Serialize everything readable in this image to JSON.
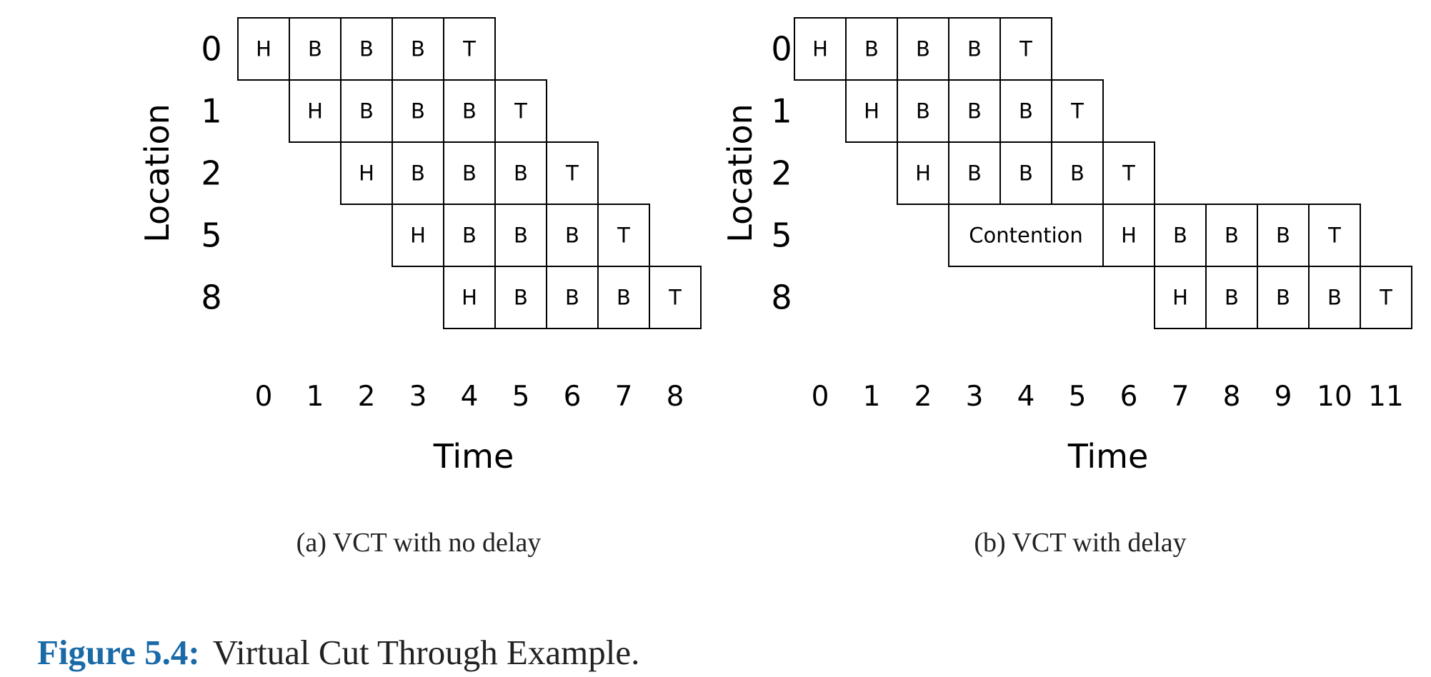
{
  "figure": {
    "number": "Figure 5.4:",
    "title": "Virtual Cut Through Example."
  },
  "panels": [
    {
      "caption": "(a) VCT with no delay",
      "ylabel": "Location",
      "xlabel": "Time",
      "locations": [
        "0",
        "1",
        "2",
        "5",
        "8"
      ],
      "time_ticks": [
        "0",
        "1",
        "2",
        "3",
        "4",
        "5",
        "6",
        "7",
        "8"
      ],
      "rows": [
        {
          "location": "0",
          "cells": [
            {
              "t": 0,
              "span": 1,
              "text": "H"
            },
            {
              "t": 1,
              "span": 1,
              "text": "B"
            },
            {
              "t": 2,
              "span": 1,
              "text": "B"
            },
            {
              "t": 3,
              "span": 1,
              "text": "B"
            },
            {
              "t": 4,
              "span": 1,
              "text": "T"
            }
          ]
        },
        {
          "location": "1",
          "cells": [
            {
              "t": 1,
              "span": 1,
              "text": "H"
            },
            {
              "t": 2,
              "span": 1,
              "text": "B"
            },
            {
              "t": 3,
              "span": 1,
              "text": "B"
            },
            {
              "t": 4,
              "span": 1,
              "text": "B"
            },
            {
              "t": 5,
              "span": 1,
              "text": "T"
            }
          ]
        },
        {
          "location": "2",
          "cells": [
            {
              "t": 2,
              "span": 1,
              "text": "H"
            },
            {
              "t": 3,
              "span": 1,
              "text": "B"
            },
            {
              "t": 4,
              "span": 1,
              "text": "B"
            },
            {
              "t": 5,
              "span": 1,
              "text": "B"
            },
            {
              "t": 6,
              "span": 1,
              "text": "T"
            }
          ]
        },
        {
          "location": "5",
          "cells": [
            {
              "t": 3,
              "span": 1,
              "text": "H"
            },
            {
              "t": 4,
              "span": 1,
              "text": "B"
            },
            {
              "t": 5,
              "span": 1,
              "text": "B"
            },
            {
              "t": 6,
              "span": 1,
              "text": "B"
            },
            {
              "t": 7,
              "span": 1,
              "text": "T"
            }
          ]
        },
        {
          "location": "8",
          "cells": [
            {
              "t": 4,
              "span": 1,
              "text": "H"
            },
            {
              "t": 5,
              "span": 1,
              "text": "B"
            },
            {
              "t": 6,
              "span": 1,
              "text": "B"
            },
            {
              "t": 7,
              "span": 1,
              "text": "B"
            },
            {
              "t": 8,
              "span": 1,
              "text": "T"
            }
          ]
        }
      ]
    },
    {
      "caption": "(b) VCT with delay",
      "ylabel": "Location",
      "xlabel": "Time",
      "locations": [
        "0",
        "1",
        "2",
        "5",
        "8"
      ],
      "time_ticks": [
        "0",
        "1",
        "2",
        "3",
        "4",
        "5",
        "6",
        "7",
        "8",
        "9",
        "10",
        "11"
      ],
      "rows": [
        {
          "location": "0",
          "cells": [
            {
              "t": 0,
              "span": 1,
              "text": "H"
            },
            {
              "t": 1,
              "span": 1,
              "text": "B"
            },
            {
              "t": 2,
              "span": 1,
              "text": "B"
            },
            {
              "t": 3,
              "span": 1,
              "text": "B"
            },
            {
              "t": 4,
              "span": 1,
              "text": "T"
            }
          ]
        },
        {
          "location": "1",
          "cells": [
            {
              "t": 1,
              "span": 1,
              "text": "H"
            },
            {
              "t": 2,
              "span": 1,
              "text": "B"
            },
            {
              "t": 3,
              "span": 1,
              "text": "B"
            },
            {
              "t": 4,
              "span": 1,
              "text": "B"
            },
            {
              "t": 5,
              "span": 1,
              "text": "T"
            }
          ]
        },
        {
          "location": "2",
          "cells": [
            {
              "t": 2,
              "span": 1,
              "text": "H"
            },
            {
              "t": 3,
              "span": 1,
              "text": "B"
            },
            {
              "t": 4,
              "span": 1,
              "text": "B"
            },
            {
              "t": 5,
              "span": 1,
              "text": "B"
            },
            {
              "t": 6,
              "span": 1,
              "text": "T"
            }
          ]
        },
        {
          "location": "5",
          "cells": [
            {
              "t": 3,
              "span": 3,
              "text": "Contention"
            },
            {
              "t": 6,
              "span": 1,
              "text": "H"
            },
            {
              "t": 7,
              "span": 1,
              "text": "B"
            },
            {
              "t": 8,
              "span": 1,
              "text": "B"
            },
            {
              "t": 9,
              "span": 1,
              "text": "B"
            },
            {
              "t": 10,
              "span": 1,
              "text": "T"
            }
          ]
        },
        {
          "location": "8",
          "cells": [
            {
              "t": 7,
              "span": 1,
              "text": "H"
            },
            {
              "t": 8,
              "span": 1,
              "text": "B"
            },
            {
              "t": 9,
              "span": 1,
              "text": "B"
            },
            {
              "t": 10,
              "span": 1,
              "text": "B"
            },
            {
              "t": 11,
              "span": 1,
              "text": "T"
            }
          ]
        }
      ]
    }
  ]
}
